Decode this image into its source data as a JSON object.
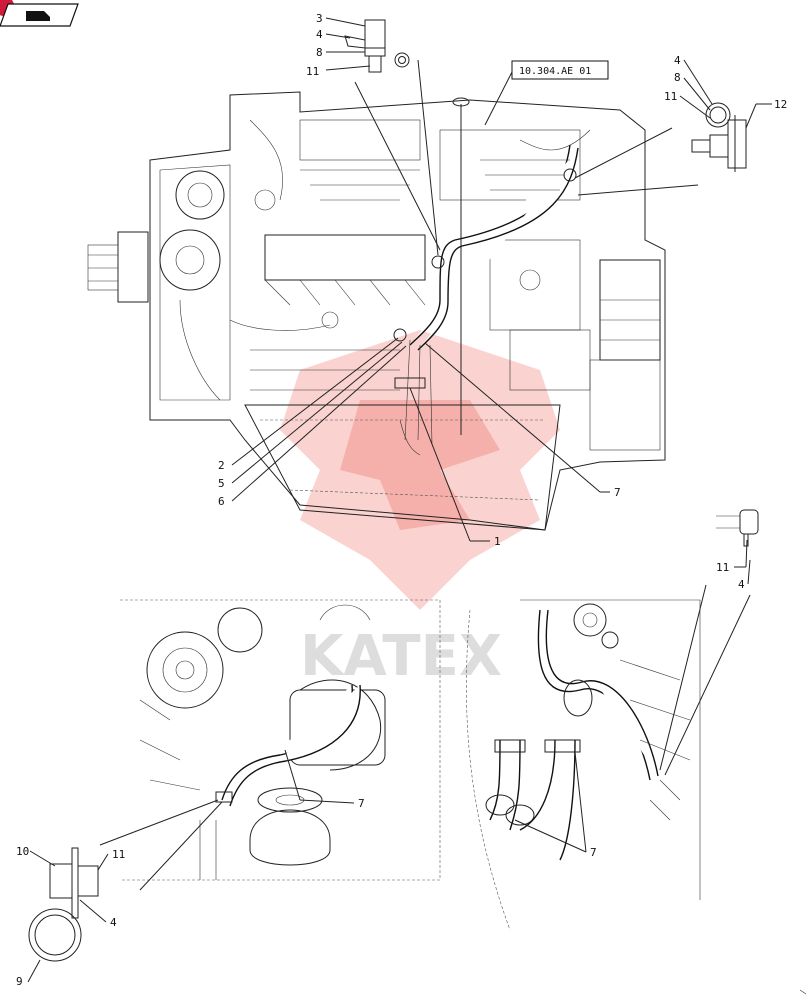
{
  "reference_box": {
    "text": "10.304.AE 01"
  },
  "watermark": {
    "text": "KATEX",
    "color": "#e6352b"
  },
  "corner_badge": {
    "color": "#d01c3a"
  },
  "callouts": {
    "top_fitting": [
      "3",
      "4",
      "8",
      "11"
    ],
    "top_right": [
      "4",
      "8",
      "11",
      "12"
    ],
    "main_left": [
      "2",
      "5",
      "6"
    ],
    "main_bottom": [
      "1",
      "7"
    ],
    "mid_right": [
      "11",
      "4"
    ],
    "lower_left_detail": [
      "10",
      "11",
      "4",
      "9"
    ],
    "lower_middle": [
      "7"
    ],
    "lower_right": [
      "7"
    ]
  }
}
